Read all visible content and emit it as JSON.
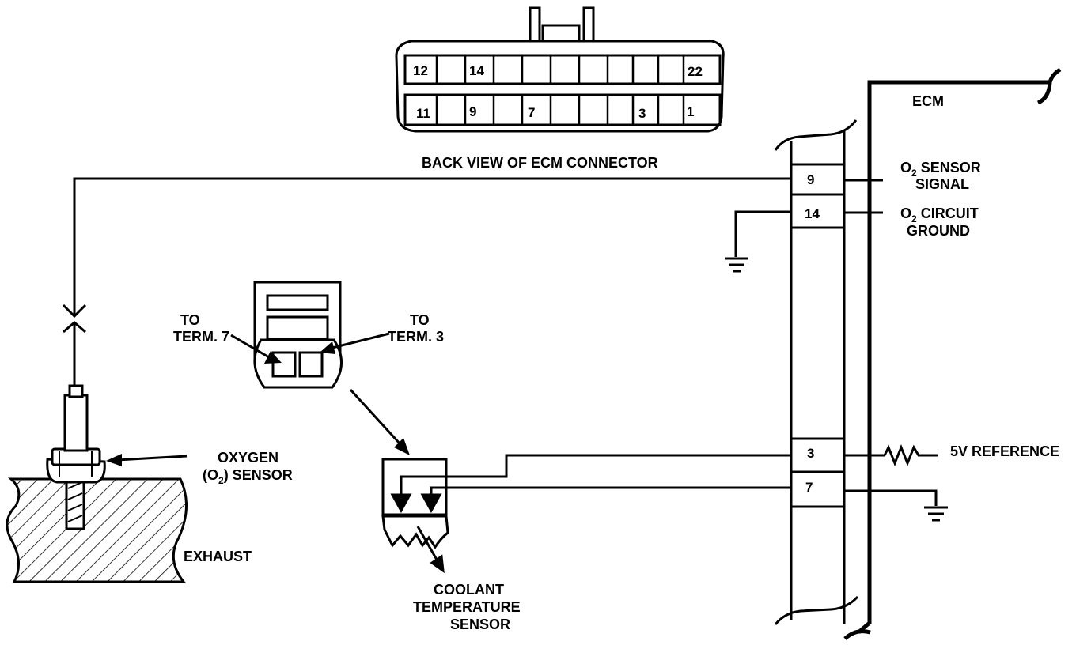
{
  "connector": {
    "caption": "BACK VIEW OF ECM CONNECTOR",
    "top_row": [
      "12",
      "",
      "14",
      "",
      "",
      "",
      "",
      "",
      "",
      "22"
    ],
    "bottom_row": [
      "11",
      "",
      "9",
      "",
      "7",
      "",
      "",
      "3",
      "",
      "1"
    ]
  },
  "ecm": {
    "label": "ECM",
    "terminals": {
      "t9": "9",
      "t14": "14",
      "t3": "3",
      "t7": "7"
    },
    "o2_signal_line1_pre": "O",
    "o2_signal_line1_sub": "2",
    "o2_signal_line1_post": " SENSOR",
    "o2_signal_line2": "SIGNAL",
    "o2_ground_line1_pre": "O",
    "o2_ground_line1_sub": "2",
    "o2_ground_line1_post": " CIRCUIT",
    "o2_ground_line2": "GROUND",
    "reference": "5V REFERENCE"
  },
  "sensor_connector": {
    "to_term7_line1": "TO",
    "to_term7_line2": "TERM. 7",
    "to_term3_line1": "TO",
    "to_term3_line2": "TERM. 3"
  },
  "oxygen_sensor": {
    "line1": "OXYGEN",
    "line2_pre": "(O",
    "line2_sub": "2",
    "line2_post": ") SENSOR"
  },
  "exhaust": {
    "label": "EXHAUST"
  },
  "coolant_sensor": {
    "line1": "COOLANT",
    "line2": "TEMPERATURE",
    "line3": "SENSOR"
  }
}
